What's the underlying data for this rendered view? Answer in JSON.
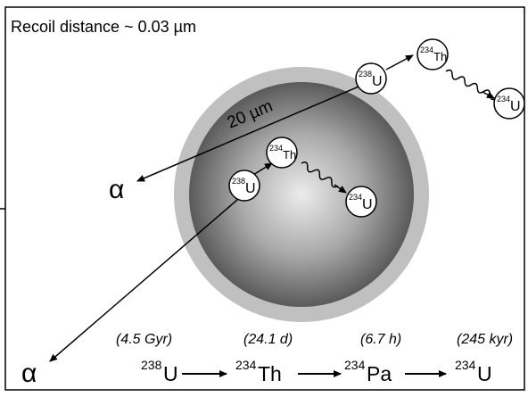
{
  "header": {
    "text": "Recoil distance ~ 0.03 µm"
  },
  "grain": {
    "diameter_label": "20 µm",
    "colors": {
      "rim": "#c0c0c0",
      "core_edge": "#5a5a5a",
      "core_center": "#ececec"
    }
  },
  "alpha_symbol": "α",
  "nuclides": {
    "u238": {
      "mass": "238",
      "symbol": "U"
    },
    "th234": {
      "mass": "234",
      "symbol": "Th"
    },
    "u234": {
      "mass": "234",
      "symbol": "U"
    }
  },
  "chain": {
    "steps": [
      {
        "mass": "238",
        "symbol": "U",
        "half_life": "(4.5 Gyr)"
      },
      {
        "mass": "234",
        "symbol": "Th",
        "half_life": "(24.1 d)"
      },
      {
        "mass": "234",
        "symbol": "Pa",
        "half_life": "(6.7 h)"
      },
      {
        "mass": "234",
        "symbol": "U",
        "half_life": "(245 kyr)"
      }
    ]
  }
}
